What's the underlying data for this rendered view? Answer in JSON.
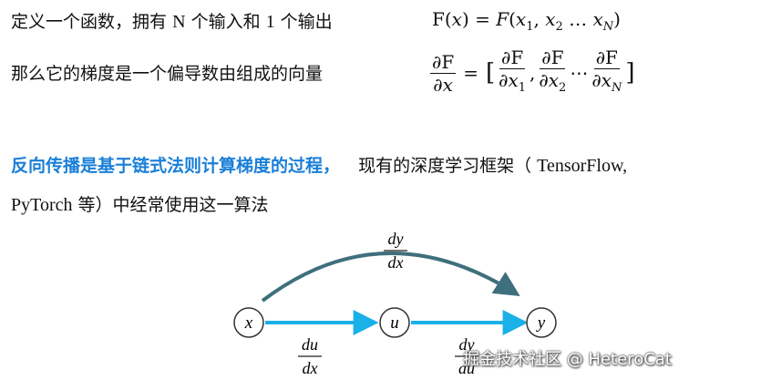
{
  "line1": {
    "text_a": "定义一个函数，拥有",
    "n": "N",
    "text_b": "个输入和",
    "one": "1",
    "text_c": "个输出",
    "formula_lhs": "F(𝑥) = ",
    "formula_rhs_f": "𝐹",
    "formula_rhs_args": "(𝑥",
    "formula_sub1": "1",
    "formula_sep": ", 𝑥",
    "formula_sub2": "2",
    "formula_dots": " … 𝑥",
    "formula_subN": "𝑁",
    "formula_close": ")"
  },
  "line2": {
    "text": "那么它的梯度是一个偏导数由组成的向量",
    "lhs_num": "∂F",
    "lhs_den": "∂𝑥",
    "equals": "=",
    "open_bracket": "[",
    "t1_num": "∂F",
    "t1_den": "∂𝑥",
    "t1_sub": "1",
    "comma": ",",
    "t2_num": "∂F",
    "t2_den": "∂𝑥",
    "t2_sub": "2",
    "dots": "⋯",
    "t3_num": "∂F",
    "t3_den": "∂𝑥",
    "t3_sub": "𝑁",
    "close_bracket": "]"
  },
  "para": {
    "highlight": "反向传播是基于链式法则计算梯度的过程，",
    "text_a": "现有的深度学习框架（",
    "tensorflow": "TensorFlow,",
    "pytorch": "PyTorch",
    "text_b": "等）中经常使用这一算法"
  },
  "diagram": {
    "node_x": "x",
    "node_u": "u",
    "node_y": "y",
    "top_num": "dy",
    "top_den": "dx",
    "left_num": "du",
    "left_den": "dx",
    "right_num": "dy",
    "right_den": "du",
    "arrow_color": "#1ab0e8",
    "curve_color": "#3f6f7c"
  },
  "watermark": "掘金技术社区 @ HeteroCat"
}
